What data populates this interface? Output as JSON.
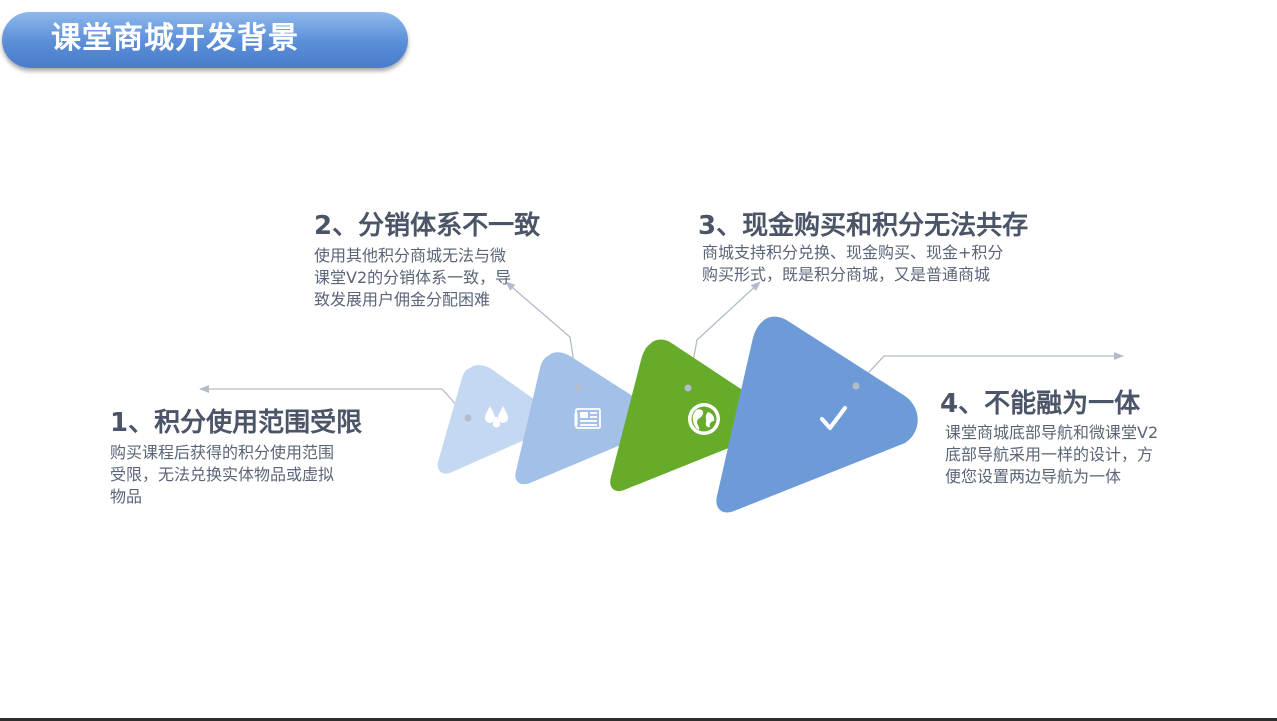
{
  "title": "课堂商城开发背景",
  "steps": [
    {
      "heading": "1、积分使用范围受限",
      "body": [
        "购买课程后获得的积分使用范围",
        "受限，无法兑换实体物品或虚拟",
        "物品"
      ],
      "icon": "water-drops-icon",
      "color": "#c5d8f1"
    },
    {
      "heading": "2、分销体系不一致",
      "body": [
        "使用其他积分商城无法与微",
        "课堂V2的分销体系一致，导",
        "致发展用户佣金分配困难"
      ],
      "icon": "newspaper-icon",
      "color": "#a3c1e8"
    },
    {
      "heading": "3、现金购买和积分无法共存",
      "body": [
        "商城支持积分兑换、现金购买、现金+积分",
        "购买形式，既是积分商城，又是普通商城"
      ],
      "icon": "globe-icon",
      "color": "#66ac2a"
    },
    {
      "heading": "4、不能融为一体",
      "body": [
        "课堂商城底部导航和微课堂V2",
        "底部导航采用一样的设计，方",
        "便您设置两边导航为一体"
      ],
      "icon": "checkmark-icon",
      "color": "#6d9bd8"
    }
  ]
}
